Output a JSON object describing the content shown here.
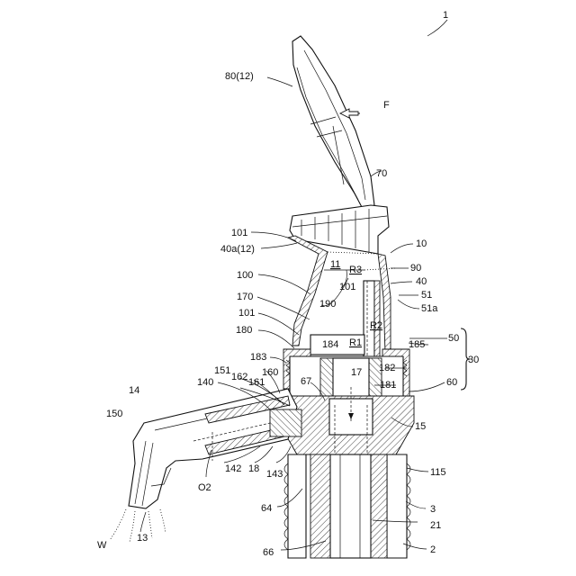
{
  "figure_number": "1",
  "labels": {
    "l80_12": "80(12)",
    "F": "F",
    "l70": "70",
    "l101a": "101",
    "l40a_12": "40a(12)",
    "l10": "10",
    "l11": "11",
    "R3": "R3",
    "l90": "90",
    "l100": "100",
    "l101b": "101",
    "l40": "40",
    "l170": "170",
    "l190": "190",
    "l51": "51",
    "l101c": "101",
    "l51a": "51a",
    "R2": "R2",
    "l180": "180",
    "l184": "184",
    "R1": "R1",
    "l50": "50",
    "l185": "185",
    "l30": "30",
    "l183": "183",
    "l182": "182",
    "l151": "151",
    "l162": "162",
    "l161": "161",
    "l160": "160",
    "l67": "67",
    "l17": "17",
    "l181": "181",
    "l60": "60",
    "l140": "140",
    "l14": "14",
    "l150": "150",
    "l15": "15",
    "l142": "142",
    "l18": "18",
    "l143": "143",
    "l115": "115",
    "O2": "O2",
    "l64": "64",
    "l3": "3",
    "l21": "21",
    "W": "W",
    "l13": "13",
    "l66": "66",
    "l2": "2"
  }
}
